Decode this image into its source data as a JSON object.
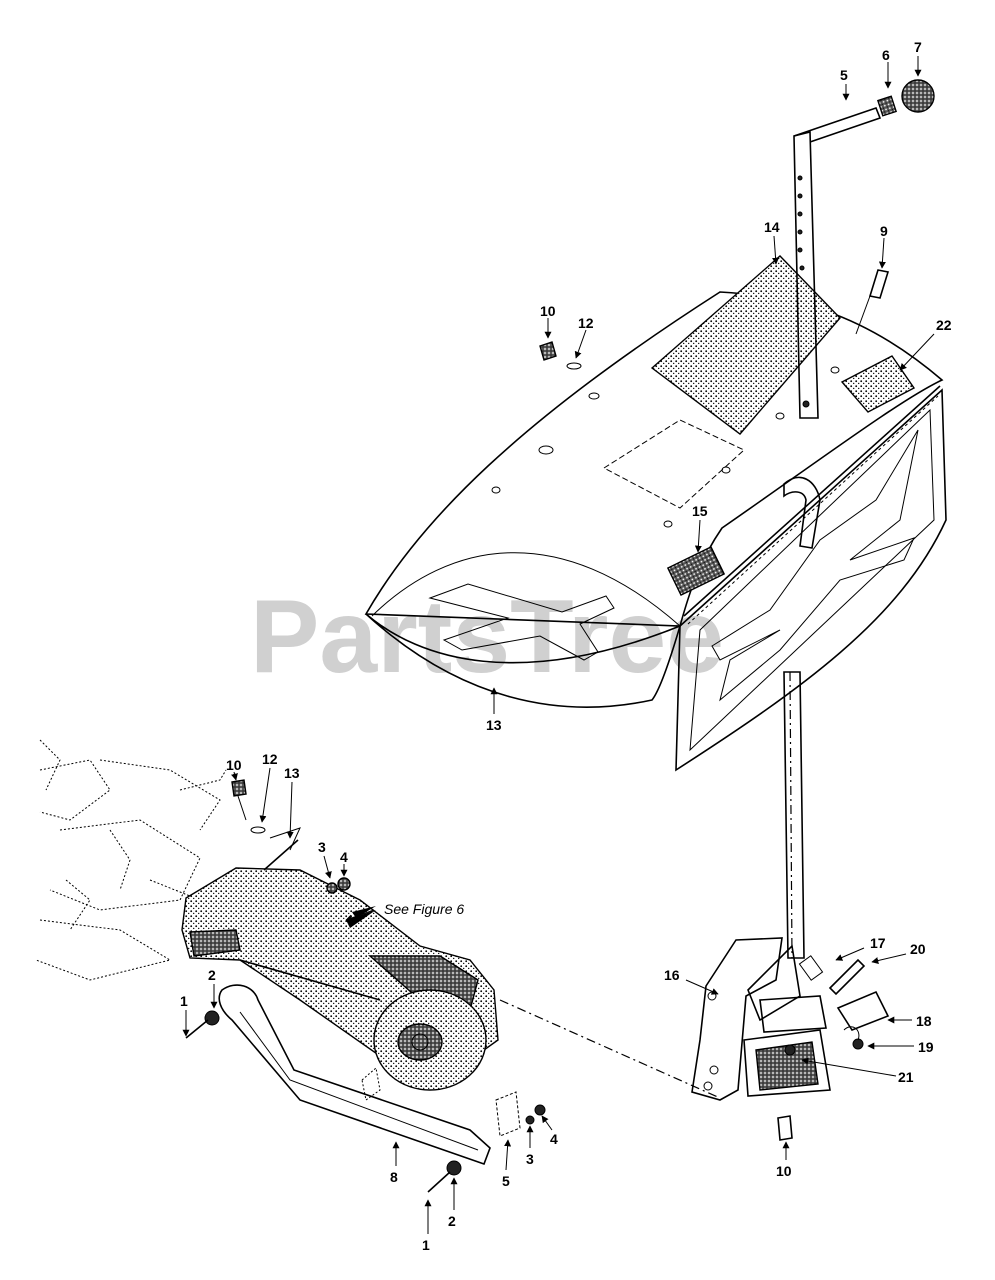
{
  "watermark": "PartsTree",
  "note": "See Figure 6",
  "callouts": [
    {
      "id": "c5-top",
      "text": "5"
    },
    {
      "id": "c6-top",
      "text": "6"
    },
    {
      "id": "c7",
      "text": "7"
    },
    {
      "id": "c14",
      "text": "14"
    },
    {
      "id": "c9",
      "text": "9"
    },
    {
      "id": "c22",
      "text": "22"
    },
    {
      "id": "c10-top",
      "text": "10"
    },
    {
      "id": "c12-top",
      "text": "12"
    },
    {
      "id": "c15",
      "text": "15"
    },
    {
      "id": "c13-top",
      "text": "13"
    },
    {
      "id": "c10-mid",
      "text": "10"
    },
    {
      "id": "c12-mid",
      "text": "12"
    },
    {
      "id": "c13-mid",
      "text": "13"
    },
    {
      "id": "c3-up",
      "text": "3"
    },
    {
      "id": "c4-up",
      "text": "4"
    },
    {
      "id": "c2-up",
      "text": "2"
    },
    {
      "id": "c1-up",
      "text": "1"
    },
    {
      "id": "c17",
      "text": "17"
    },
    {
      "id": "c20",
      "text": "20"
    },
    {
      "id": "c16",
      "text": "16"
    },
    {
      "id": "c18",
      "text": "18"
    },
    {
      "id": "c19",
      "text": "19"
    },
    {
      "id": "c21",
      "text": "21"
    },
    {
      "id": "c10-low",
      "text": "10"
    },
    {
      "id": "c4-low",
      "text": "4"
    },
    {
      "id": "c3-low",
      "text": "3"
    },
    {
      "id": "c5-low",
      "text": "5"
    },
    {
      "id": "c8",
      "text": "8"
    },
    {
      "id": "c2-low",
      "text": "2"
    },
    {
      "id": "c1-low",
      "text": "1"
    }
  ]
}
